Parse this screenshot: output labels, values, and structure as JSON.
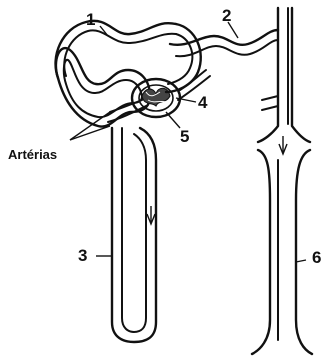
{
  "labels": {
    "l1": "1",
    "l2": "2",
    "l3": "3",
    "l4": "4",
    "l5": "5",
    "l6": "6",
    "arteries": "Artérias"
  }
}
